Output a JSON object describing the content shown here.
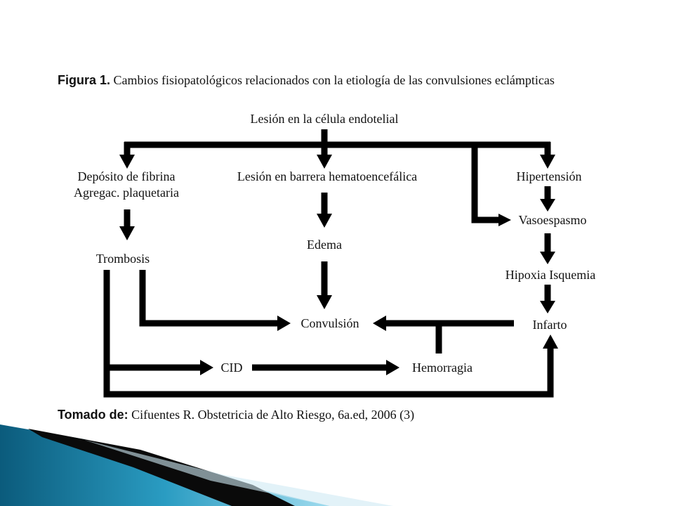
{
  "figure": {
    "label": "Figura 1.",
    "title": "Cambios fisiopatológicos relacionados con la etiología de las convulsiones eclámpticas"
  },
  "nodes": {
    "lesion_endotelial": "Lesión en la célula endotelial",
    "deposito_fibrina": "Depósito de fibrina",
    "agregac_plaquetaria": "Agregac. plaquetaria",
    "lesion_barrera": "Lesión en barrera hematoencefálica",
    "hipertension": "Hipertensión",
    "vasoespasmo": "Vasoespasmo",
    "trombosis": "Trombosis",
    "edema": "Edema",
    "hipoxia": "Hipoxia Isquemia",
    "convulsion": "Convulsión",
    "infarto": "Infarto",
    "cid": "CID",
    "hemorragia": "Hemorragia"
  },
  "source": {
    "label": "Tomado de:",
    "citation": "Cifuentes R. Obstetricia de Alto Riesgo, 6a.ed, 2006 (3)"
  },
  "colors": {
    "text": "#111111",
    "arrow": "#000000",
    "accent_dark": "#0b4f6c",
    "accent_light": "#6fc3df"
  }
}
